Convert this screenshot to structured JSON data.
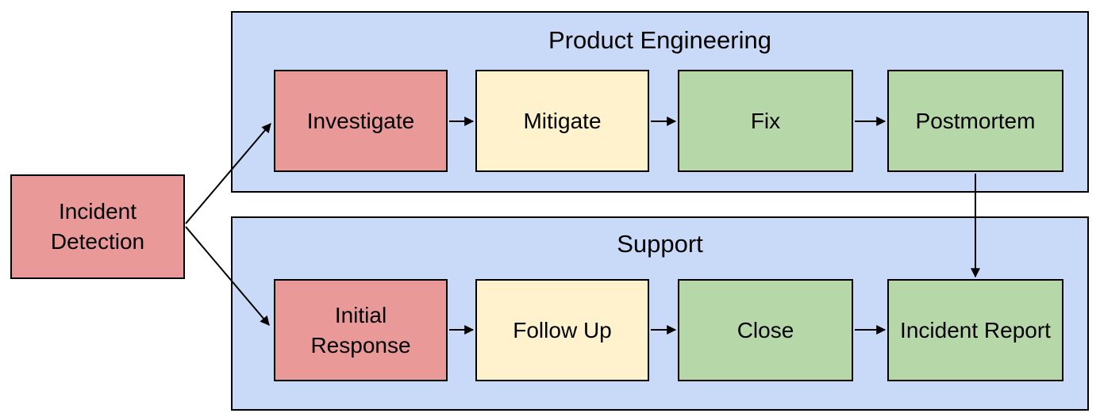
{
  "diagram": {
    "type": "flowchart",
    "source_node": {
      "id": "incident-detection",
      "label": "Incident Detection",
      "color": "#ea9999"
    },
    "lanes": [
      {
        "title": "Product Engineering",
        "color": "#c9daf8",
        "nodes": [
          {
            "id": "investigate",
            "label": "Investigate",
            "color": "#ea9999"
          },
          {
            "id": "mitigate",
            "label": "Mitigate",
            "color": "#fff2cc"
          },
          {
            "id": "fix",
            "label": "Fix",
            "color": "#b6d7a8"
          },
          {
            "id": "postmortem",
            "label": "Postmortem",
            "color": "#b6d7a8"
          }
        ]
      },
      {
        "title": "Support",
        "color": "#c9daf8",
        "nodes": [
          {
            "id": "initial-response",
            "label": "Initial Response",
            "color": "#ea9999"
          },
          {
            "id": "follow-up",
            "label": "Follow Up",
            "color": "#fff2cc"
          },
          {
            "id": "close",
            "label": "Close",
            "color": "#b6d7a8"
          },
          {
            "id": "incident-report",
            "label": "Incident Report",
            "color": "#b6d7a8"
          }
        ]
      }
    ],
    "edges": [
      {
        "from": "incident-detection",
        "to": "investigate"
      },
      {
        "from": "incident-detection",
        "to": "initial-response"
      },
      {
        "from": "investigate",
        "to": "mitigate"
      },
      {
        "from": "mitigate",
        "to": "fix"
      },
      {
        "from": "fix",
        "to": "postmortem"
      },
      {
        "from": "postmortem",
        "to": "incident-report"
      },
      {
        "from": "initial-response",
        "to": "follow-up"
      },
      {
        "from": "follow-up",
        "to": "close"
      },
      {
        "from": "close",
        "to": "incident-report"
      }
    ],
    "palette": {
      "node_red": "#ea9999",
      "node_yellow": "#fff2cc",
      "node_green": "#b6d7a8",
      "lane_blue": "#c9daf8",
      "border": "#000000",
      "arrow": "#000000",
      "background": "#ffffff"
    }
  }
}
